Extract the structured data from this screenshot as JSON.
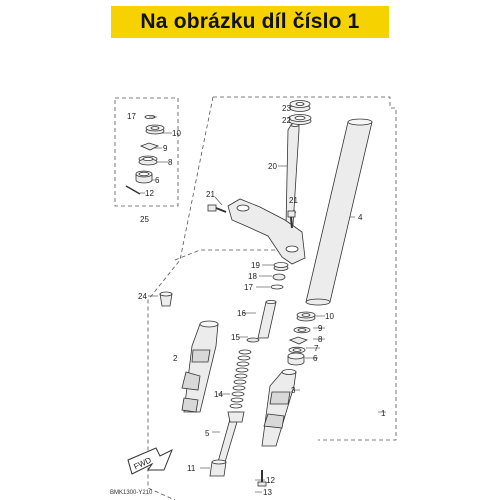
{
  "banner": {
    "text": "Na obrázku díl číslo 1",
    "color": "#f5d200"
  },
  "diagram": {
    "part_numbers": [
      "1",
      "2",
      "3",
      "4",
      "5",
      "6",
      "7",
      "8",
      "9",
      "10",
      "11",
      "12",
      "13",
      "14",
      "15",
      "16",
      "17",
      "18",
      "19",
      "20",
      "21",
      "22",
      "23",
      "24",
      "25"
    ],
    "code": "BMK1300-Y210",
    "fwd_label": "FWD"
  }
}
